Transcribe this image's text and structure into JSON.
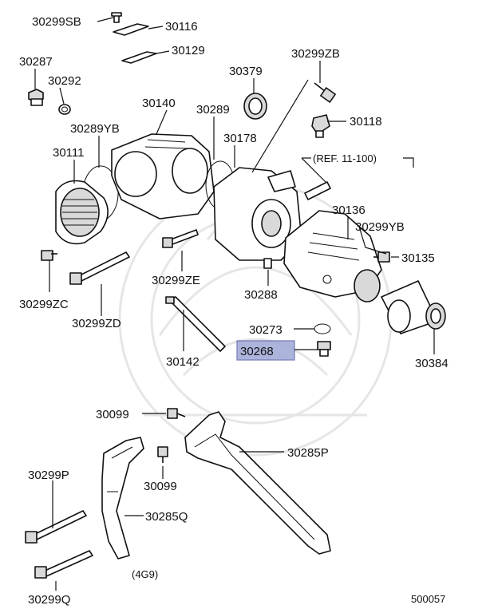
{
  "labels": {
    "p30299SB": "30299SB",
    "p30116": "30116",
    "p30129": "30129",
    "p30287": "30287",
    "p30292": "30292",
    "p30379": "30379",
    "p30299ZB": "30299ZB",
    "p30140": "30140",
    "p30289": "30289",
    "p30118": "30118",
    "p30289YB": "30289YB",
    "p30178": "30178",
    "p30111": "30111",
    "p30136": "30136",
    "p30299YB": "30299YB",
    "p30135": "30135",
    "p30299ZE": "30299ZE",
    "p30288": "30288",
    "p30299ZC": "30299ZC",
    "p30299ZD": "30299ZD",
    "p30273": "30273",
    "p30268": "30268",
    "p30384": "30384",
    "p30142": "30142",
    "p30099a": "30099",
    "p30285P": "30285P",
    "p30099b": "30099",
    "p30299P": "30299P",
    "p30285Q": "30285Q",
    "p30299Q": "30299Q"
  },
  "reference_note": "(REF. 11-100)",
  "engine_note": "(4G9)",
  "diagram_number": "500057",
  "highlighted_part": "30268",
  "colors": {
    "highlight": "#9fa8d6",
    "line": "#111111",
    "watermark": "#e6e6e6"
  }
}
